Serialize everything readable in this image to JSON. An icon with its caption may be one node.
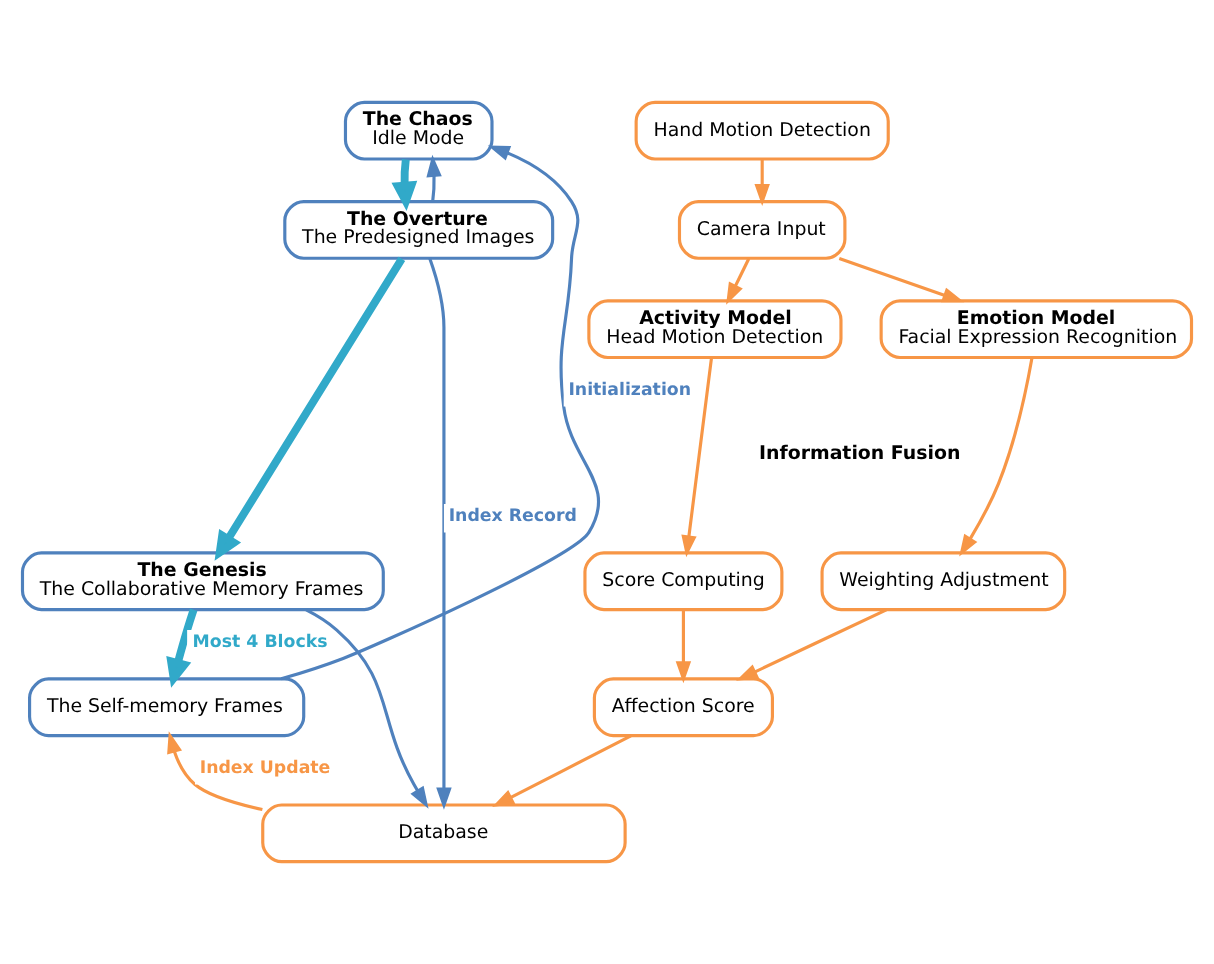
{
  "diagram": {
    "nodes": [
      {
        "text": [
          "The Chaos",
          "Idle Mode"
        ]
      },
      {
        "text": [
          "The Overture",
          "The Predesigned Images"
        ]
      },
      {
        "text": [
          "The Genesis",
          "The Collaborative Memory Frames"
        ]
      },
      {
        "text": [
          "The Self-memory Frames"
        ]
      },
      {
        "text": [
          "Hand Motion Detection"
        ]
      },
      {
        "text": [
          "Camera Input"
        ]
      },
      {
        "text": [
          "Activity Model",
          "Head Motion Detection"
        ]
      },
      {
        "text": [
          "Emotion Model",
          "Facial Expression Recognition"
        ]
      },
      {
        "text": [
          "Score Computing"
        ]
      },
      {
        "text": [
          "Weighting Adjustment"
        ]
      },
      {
        "text": [
          "Affection Score"
        ]
      },
      {
        "text": [
          "Database"
        ]
      }
    ],
    "edges": [
      {
        "from": 0,
        "to": 1,
        "arrow": "to",
        "style": "thick",
        "color": "#31a9c9"
      },
      {
        "from": 1,
        "to": 2,
        "arrow": "to",
        "style": "thick",
        "color": "#31a9c9"
      },
      {
        "from": 2,
        "to": 3,
        "arrow": "to",
        "label": "Most 4 Blocks",
        "style": "thick",
        "color": "#31a9c9"
      },
      {
        "from": 3,
        "to": 0,
        "arrow": "to",
        "label": "Initialization",
        "color": "#4f81bd"
      },
      {
        "from": 1,
        "to": 0,
        "arrow": "to",
        "color": "#4f81bd"
      },
      {
        "from": 1,
        "to": 11,
        "arrow": "to",
        "label": "Index Record",
        "color": "#4f81bd"
      },
      {
        "from": 2,
        "to": 11,
        "arrow": "to",
        "color": "#4f81bd"
      },
      {
        "from": 11,
        "to": 3,
        "arrow": "to",
        "label": "Index Update"
      },
      {
        "from": 4,
        "to": 5,
        "arrow": "to"
      },
      {
        "from": 5,
        "to": 6,
        "arrow": "to"
      },
      {
        "from": 5,
        "to": 7,
        "arrow": "to"
      },
      {
        "from": 6,
        "to": 8,
        "arrow": "to"
      },
      {
        "from": 7,
        "to": 9,
        "arrow": "to"
      },
      {
        "from": 8,
        "to": 10,
        "arrow": "to"
      },
      {
        "from": 9,
        "to": 10,
        "arrow": "to"
      },
      {
        "from": 10,
        "to": 11,
        "arrow": "to"
      }
    ],
    "labels": [
      "Information Fusion"
    ]
  }
}
